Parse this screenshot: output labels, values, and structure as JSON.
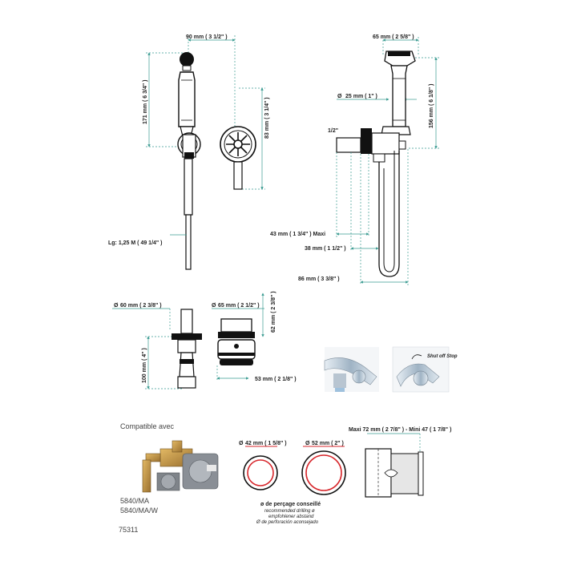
{
  "dimensions": {
    "width_90": "90 mm ( 3 1/2\" )",
    "height_171": "171 mm ( 6 3/4\" )",
    "height_83": "83 mm ( 3 1/4\" )",
    "hose_length": "Lg: 1,25 M ( 49 1/4\" )",
    "width_65_top": "65 mm ( 2 5/8\" )",
    "diam_25": "25 mm ( 1\" )",
    "height_156": "156 mm ( 6 1/8\" )",
    "thread": "1/2\"",
    "depth_43": "43 mm ( 1 3/4\" )  Maxi",
    "depth_38": "38 mm ( 1 1/2\" )",
    "depth_86": "86 mm ( 3 3/8\" )",
    "diam_60": "60 mm ( 2 3/8\" )",
    "diam_65": "65 mm ( 2 1/2\" )",
    "height_62": "62 mm ( 2 3/8\" )",
    "height_100": "100 mm ( 4\" )",
    "depth_53": "53 mm ( 2 1/8\" )",
    "drill_42": "42 mm ( 1 5/8\" )",
    "drill_52": "52 mm ( 2\" )",
    "maxi_mini": "Maxi 72 mm ( 2 7/8\" ) - Mini 47 ( 1 7/8\" )"
  },
  "symbols": {
    "diameter": "Ø"
  },
  "labels": {
    "shut_off_stop": "Shut off Stop",
    "compatible_title": "Compatible avec",
    "compatible_ref_1": "5840/MA",
    "compatible_ref_2": "5840/MA/W",
    "faint_ref": "75311"
  },
  "drilling": {
    "title": "ø de perçage conseillé",
    "en": "recommended drilling ø",
    "de": "empfohlener abstand",
    "es": "Ø de perforación aconsejado"
  },
  "colors": {
    "dimension_line": "#3a9b91",
    "drill_ring": "#d7262b",
    "ink": "#111111",
    "chrome": "#b9c7d4"
  }
}
